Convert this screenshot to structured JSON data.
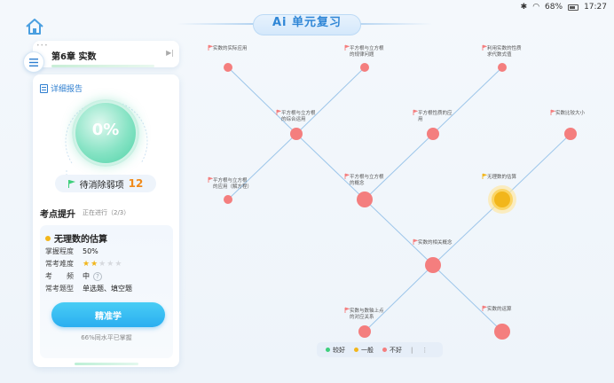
{
  "status_bar": {
    "battery": "68%",
    "time": "17:27"
  },
  "header": {
    "title": "Ai 单元复习"
  },
  "chapter": {
    "title": "第6章 实数"
  },
  "report": {
    "label": "详细报告"
  },
  "progress": {
    "percent_text": "0%",
    "value": 0
  },
  "weak": {
    "label": "待消除弱项",
    "count": "12"
  },
  "section": {
    "title": "考点提升",
    "status": "正在进行（2/3）"
  },
  "knowledge_point": {
    "title": "无理数的估算",
    "rows": [
      {
        "key": "掌握程度",
        "value": "50%"
      },
      {
        "key": "常考难度",
        "stars": 2,
        "max_stars": 5
      },
      {
        "key": "考　　频",
        "value": "中"
      },
      {
        "key": "常考题型",
        "value": "单选题、填空题"
      }
    ],
    "button": "精准学",
    "peer_text": "66%同水平已掌握"
  },
  "colors": {
    "good": "#3ecf7c",
    "medium": "#f2b61b",
    "bad": "#f47e7e",
    "accent": "#2aaef0"
  },
  "map_nodes": [
    {
      "id": "n1",
      "label": "实数的实际应用",
      "status": "bad"
    },
    {
      "id": "n2",
      "label": "平方根与立方根的规律问题",
      "status": "bad"
    },
    {
      "id": "n3",
      "label": "利用实数的性质求代数式值",
      "status": "bad"
    },
    {
      "id": "n4",
      "label": "平方根与立方根的综合运用",
      "status": "bad"
    },
    {
      "id": "n5",
      "label": "平方根性质的应用",
      "status": "bad"
    },
    {
      "id": "n6",
      "label": "实数比较大小",
      "status": "bad"
    },
    {
      "id": "n7",
      "label": "平方根与立方根的应用（解方程）",
      "status": "bad"
    },
    {
      "id": "n8",
      "label": "平方根与立方根的概念",
      "status": "bad"
    },
    {
      "id": "n9",
      "label": "无理数的估算",
      "status": "medium"
    },
    {
      "id": "n10",
      "label": "实数的相关概念",
      "status": "bad"
    },
    {
      "id": "n11",
      "label": "实数与数轴上点的对应关系",
      "status": "bad"
    },
    {
      "id": "n12",
      "label": "实数的运算",
      "status": "bad"
    }
  ],
  "legend": [
    {
      "label": "较好",
      "color": "#3ecf7c"
    },
    {
      "label": "一般",
      "color": "#f2b61b"
    },
    {
      "label": "不好",
      "color": "#f47e7e"
    }
  ]
}
